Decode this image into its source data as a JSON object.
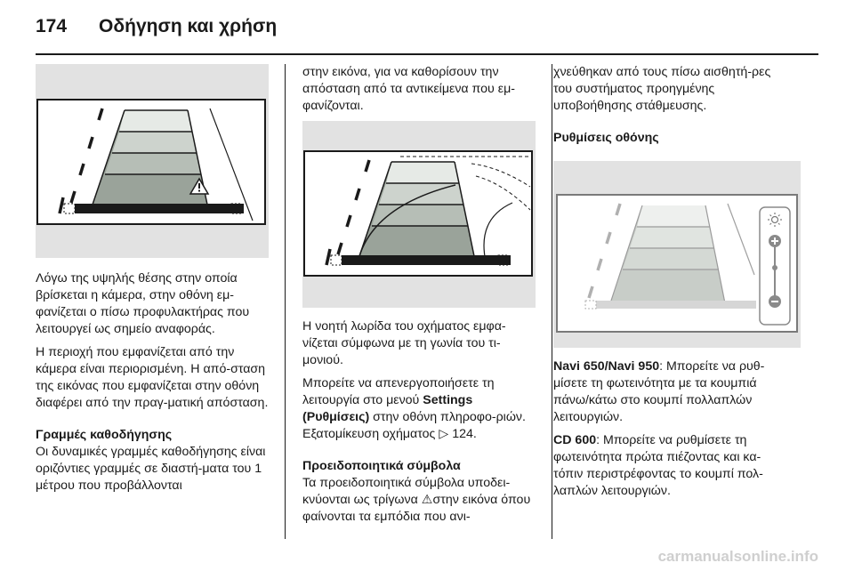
{
  "header": {
    "page_number": "174",
    "title": "Οδήγηση και χρήση"
  },
  "col1": {
    "p1": "Λόγω της υψηλής θέσης στην οποία βρίσκεται η κάμερα, στην οθόνη εμ-φανίζεται ο πίσω προφυλακτήρας που λειτουργεί ως σημείο αναφοράς.",
    "p2": "Η περιοχή που εμφανίζεται από την κάμερα είναι περιορισμένη. Η από-σταση της εικόνας που εμφανίζεται στην οθόνη διαφέρει από την πραγ-ματική απόσταση.",
    "heading": "Γραμμές καθοδήγησης",
    "p3": "Οι δυναμικές γραμμές καθοδήγησης είναι οριζόντιες γραμμές σε διαστή-ματα του 1 μέτρου που προβάλλονται"
  },
  "col2": {
    "p1": "στην εικόνα, για να καθορίσουν την απόσταση από τα αντικείμενα που εμ-φανίζονται.",
    "p2": "Η νοητή λωρίδα του οχήματος εμφα-νίζεται σύμφωνα με τη γωνία του τι-μονιού.",
    "p3_a": "Μπορείτε να απενεργοποιήσετε τη λειτουργία στο μενού ",
    "p3_bold": "Settings (Ρυθμίσεις)",
    "p3_b": " στην οθόνη πληροφο-ριών. Εξατομίκευση οχήματος ",
    "p3_ref": "124",
    "p3_ref_symbol": "▷",
    "heading": "Προειδοποιητικά σύμβολα",
    "p4_a": "Τα προειδοποιητικά σύμβολα υποδει-κνύονται ως τρίγωνα ",
    "p4_symbol": "⚠",
    "p4_b": "στην εικόνα όπου φαίνονται τα εμπόδια που ανι-"
  },
  "col3": {
    "p1": "χνεύθηκαν από τους πίσω αισθητή-ρες του συστήματος προηγμένης υποβοήθησης στάθμευσης.",
    "heading": "Ρυθμίσεις οθόνης",
    "p2_bold": "Navi 650/Navi 950",
    "p2": ": Μπορείτε να ρυθ-μίσετε τη φωτεινότητα με τα κουμπιά πάνω/κάτω στο κουμπί πολλαπλών λειτουργιών.",
    "p3_bold": "CD 600",
    "p3": ": Μπορείτε να ρυθμίσετε τη φωτεινότητα πρώτα πιέζοντας και κα-τόπιν περιστρέφοντας το κουμπί πολ-λαπλών λειτουργιών."
  },
  "footer": {
    "watermark": "carmanualsonline.info"
  },
  "icons": [
    "warning-triangle-icon",
    "page-reference-arrow-icon",
    "brightness-sun-icon",
    "plus-icon",
    "minus-icon"
  ]
}
